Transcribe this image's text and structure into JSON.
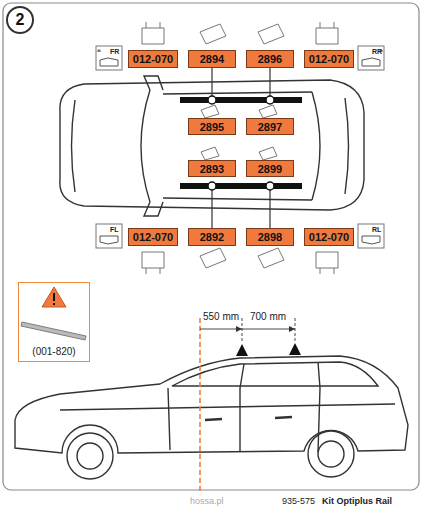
{
  "diagram": {
    "nodes": [
      {
        "text": [
          "2"
        ]
      },
      {
        "text": [
          "012-070"
        ]
      },
      {
        "text": [
          "2894"
        ]
      },
      {
        "text": [
          "2896"
        ]
      },
      {
        "text": [
          "012-070"
        ]
      },
      {
        "text": [
          "2895"
        ]
      },
      {
        "text": [
          "2897"
        ]
      },
      {
        "text": [
          "2893"
        ]
      },
      {
        "text": [
          "2899"
        ]
      },
      {
        "text": [
          "012-070"
        ]
      },
      {
        "text": [
          "2892"
        ]
      },
      {
        "text": [
          "2898"
        ]
      },
      {
        "text": [
          "012-070"
        ]
      },
      {
        "text": [
          "(001-820)"
        ]
      }
    ],
    "labels": [
      "FR",
      "RR",
      "FL",
      "RL",
      "550 mm",
      "700 mm",
      "hossa.pl",
      "935-575",
      "Kit Optiplus Rail"
    ]
  }
}
